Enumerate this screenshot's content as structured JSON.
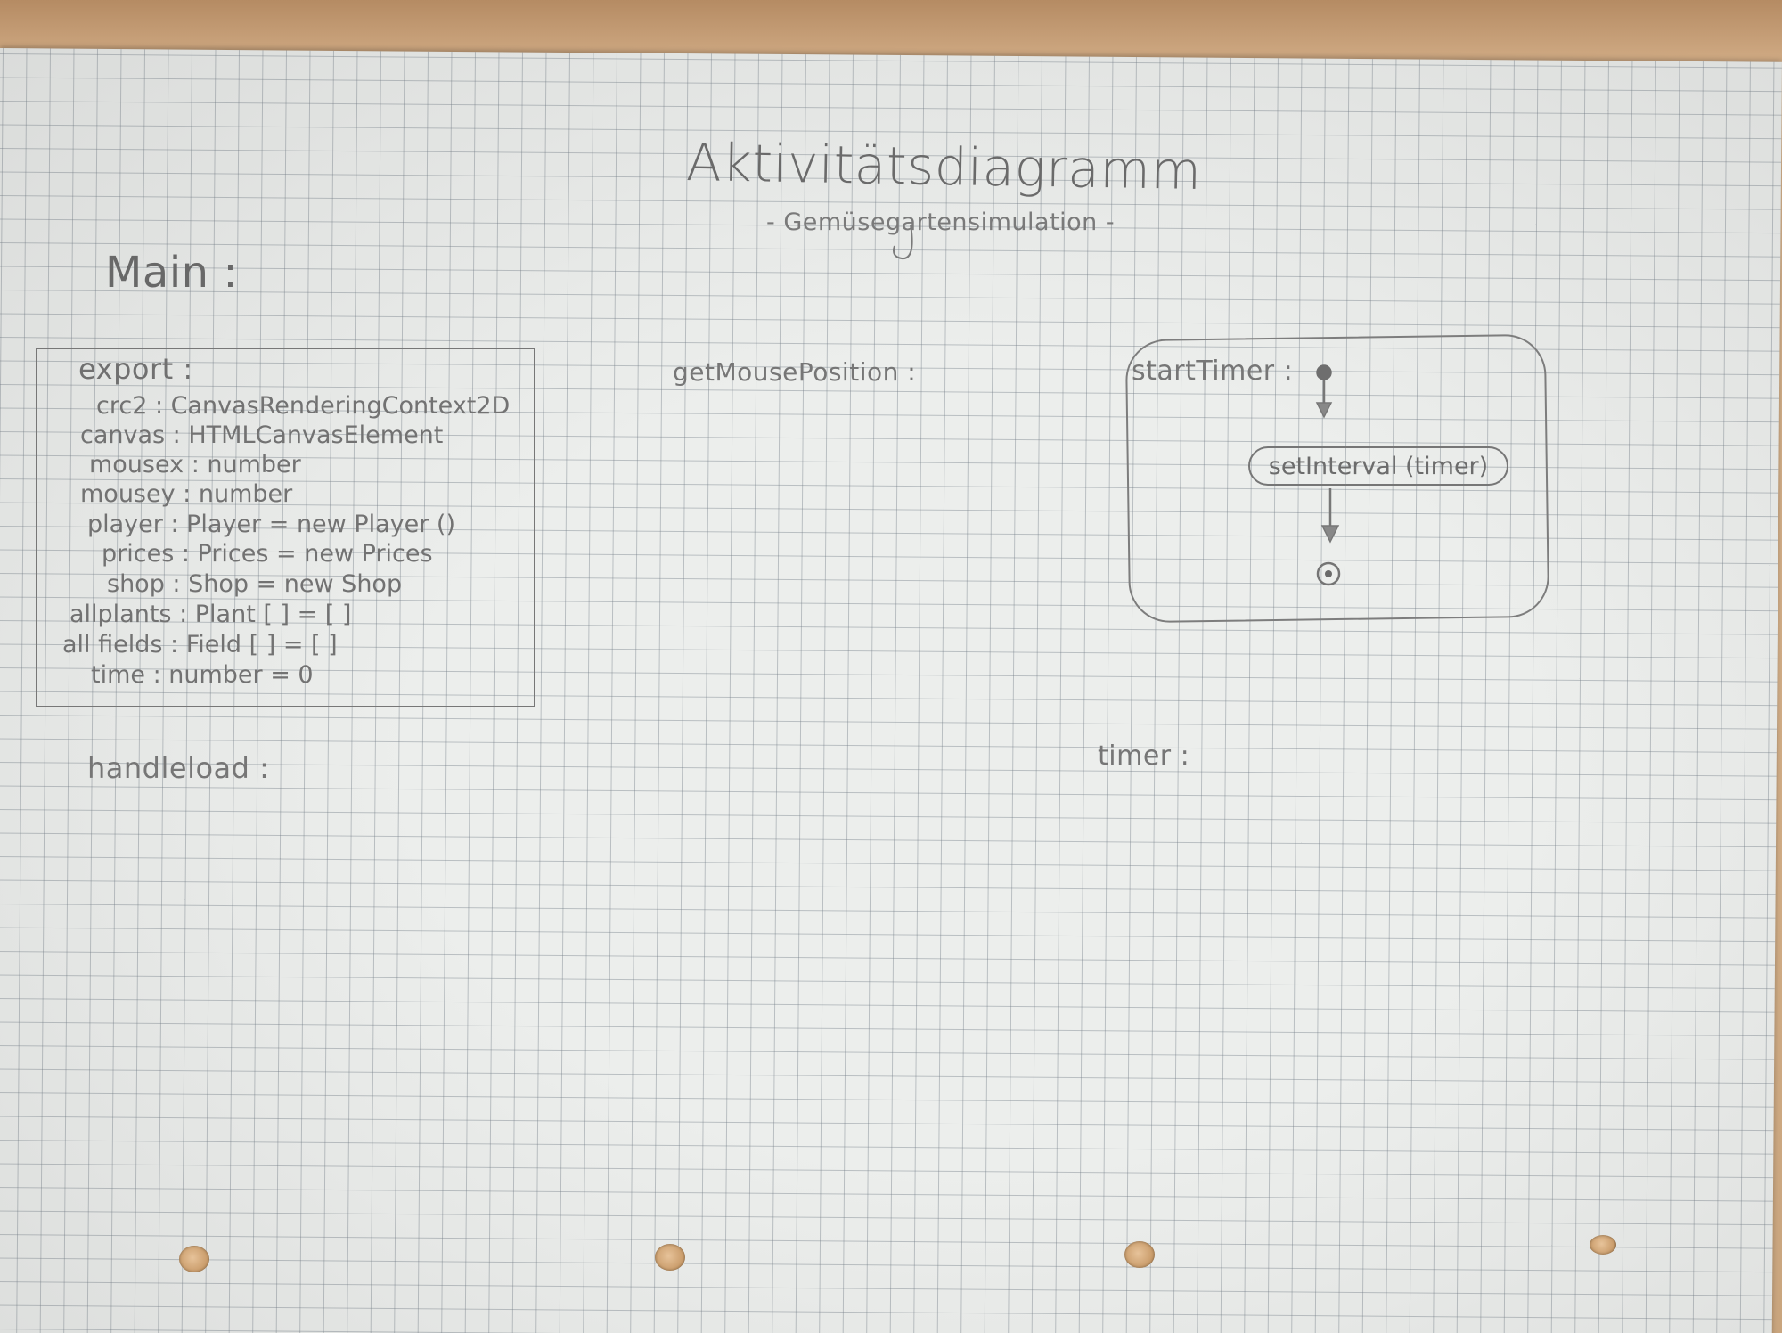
{
  "title": "Aktivitätsdiagramm",
  "subtitle": "- Gemüsegartensimulation -",
  "main_label": "Main :",
  "export_block": {
    "heading": "export :",
    "lines": [
      "crc2 : CanvasRenderingContext2D",
      "canvas : HTMLCanvasElement",
      "mousex : number",
      "mousey : number",
      "player : Player = new Player ()",
      "prices : Prices = new Prices",
      "shop : Shop = new Shop",
      "allplants : Plant [ ] = [ ]",
      "all fields : Field [ ] = [ ]",
      "time : number = 0"
    ]
  },
  "sections": {
    "handleload": "handleload :",
    "get_mouse_position": "getMousePosition :",
    "start_timer": "startTimer :",
    "timer": "timer :"
  },
  "start_timer_diagram": {
    "action": "setInterval (timer)",
    "nodes": [
      "initial-node",
      "action-node",
      "final-node"
    ]
  },
  "colors": {
    "pencil": "#6f6f6f",
    "paper": "#eceeec",
    "grid": "#7d8791",
    "desk": "#c9a27a"
  }
}
